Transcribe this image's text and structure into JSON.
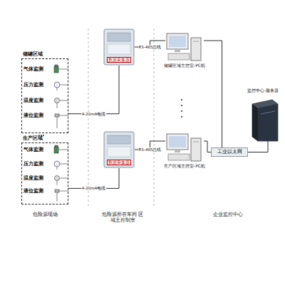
{
  "diagram": {
    "nodes": [
      {
        "text": [
          "储罐区域"
        ]
      },
      {
        "text": [
          "数据采集器"
        ]
      },
      {
        "text": [
          "储罐区域主控室-PC机"
        ]
      },
      {
        "text": [
          "生产区域"
        ]
      },
      {
        "text": [
          "数据采集器"
        ]
      },
      {
        "text": [
          "生产区域主控室-PC机"
        ]
      },
      {
        "text": [
          "工业以太网"
        ]
      },
      {
        "text": [
          "监控中心-服务器"
        ]
      }
    ],
    "edges": [
      {
        "from": 0,
        "to": 1,
        "arrow": "none",
        "label": "4-20mA电缆"
      },
      {
        "from": 1,
        "to": 2,
        "arrow": "none",
        "label": "RS-485总线"
      },
      {
        "from": 3,
        "to": 4,
        "arrow": "none",
        "label": "4-20mA电缆"
      },
      {
        "from": 4,
        "to": 5,
        "arrow": "none",
        "label": "RS-485总线"
      },
      {
        "from": 2,
        "to": 6,
        "arrow": "none"
      },
      {
        "from": 5,
        "to": 6,
        "arrow": "none"
      },
      {
        "from": 6,
        "to": 7,
        "arrow": "none"
      }
    ],
    "labels": [
      "气体监测",
      "压力监测",
      "温度监测",
      "液位监测",
      "气体监测",
      "压力监测",
      "温度监测",
      "液位监测",
      "危险源现场",
      "危险源所在车间 区域主控制室",
      "企业监控中心"
    ]
  }
}
